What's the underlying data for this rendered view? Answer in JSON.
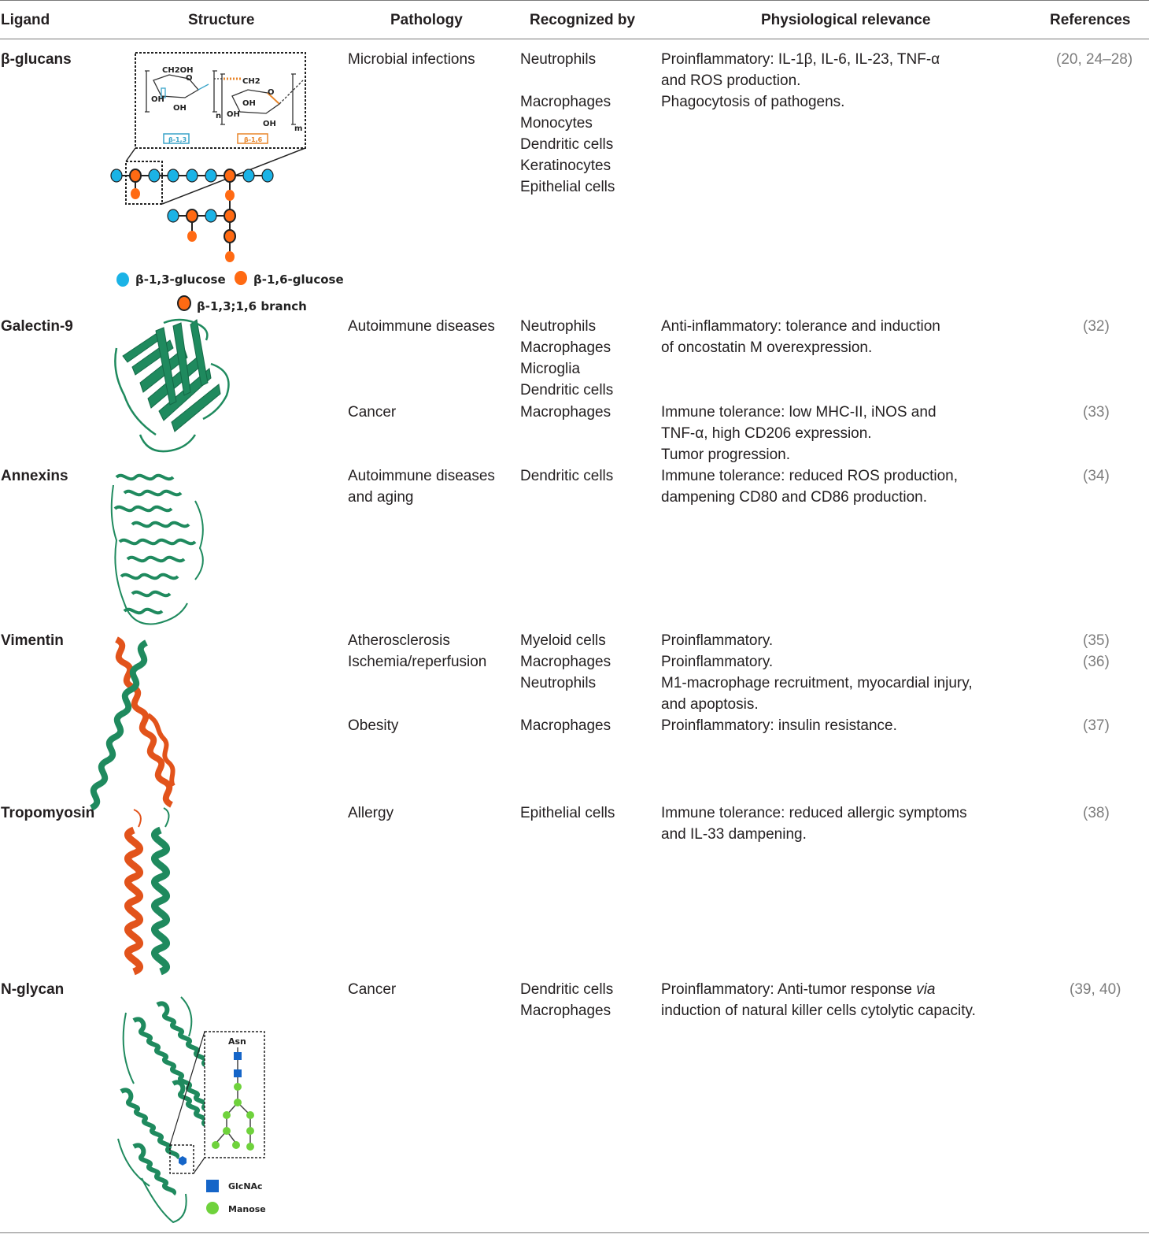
{
  "headers": {
    "ligand": "Ligand",
    "structure": "Structure",
    "pathology": "Pathology",
    "recognized_by": "Recognized by",
    "physiological_relevance": "Physiological relevance",
    "references": "References"
  },
  "rows": {
    "bglucans": {
      "ligand": "β-glucans",
      "pathology": "Microbial infections",
      "recognized": [
        "Neutrophils",
        "Macrophages",
        "Monocytes",
        "Dendritic cells",
        "Keratinocytes",
        "Epithelial cells"
      ],
      "relevance": [
        "Proinflammatory: IL-1β, IL-6, IL-23, TNF-α",
        "and ROS production.",
        "Phagocytosis of pathogens."
      ],
      "references": "(20, 24–28)",
      "structure": {
        "legend_b13": "β-1,3-glucose",
        "legend_b16": "β-1,6-glucose",
        "legend_branch": "β-1,3;1,6 branch",
        "box_b13": "β-1,3",
        "box_b16": "β-1,6",
        "ch2oh": "CH2OH",
        "ch2": "CH2",
        "oh": "OH",
        "o": "O",
        "n": "n",
        "m": "m"
      }
    },
    "galectin9": {
      "ligand": "Galectin-9",
      "pathology_1": "Autoimmune diseases",
      "recognized_1": [
        "Neutrophils",
        "Macrophages",
        "Microglia",
        "Dendritic cells"
      ],
      "relevance_1": [
        "Anti-inflammatory: tolerance and induction",
        "of oncostatin M overexpression."
      ],
      "references_1": "(32)",
      "pathology_2": "Cancer",
      "recognized_2": [
        "Macrophages"
      ],
      "relevance_2": [
        "Immune tolerance: low MHC-II, iNOS and",
        "TNF-α, high CD206 expression.",
        "Tumor progression."
      ],
      "references_2": "(33)"
    },
    "annexins": {
      "ligand": "Annexins",
      "pathology": [
        "Autoimmune diseases",
        "and aging"
      ],
      "recognized": [
        "Dendritic cells"
      ],
      "relevance": [
        "Immune tolerance: reduced ROS production,",
        "dampening CD80 and CD86 production."
      ],
      "references": "(34)"
    },
    "vimentin": {
      "ligand": "Vimentin",
      "pathology_1": "Atherosclerosis",
      "recognized_1": "Myeloid cells",
      "relevance_1": "Proinflammatory.",
      "references_1": "(35)",
      "pathology_2": "Ischemia/reperfusion",
      "recognized_2": [
        "Macrophages",
        "Neutrophils"
      ],
      "relevance_2": [
        "Proinflammatory.",
        "M1-macrophage recruitment, myocardial injury,",
        "and apoptosis."
      ],
      "references_2": "(36)",
      "pathology_3": "Obesity",
      "recognized_3": "Macrophages",
      "relevance_3": "Proinflammatory: insulin resistance.",
      "references_3": "(37)"
    },
    "tropomyosin": {
      "ligand": "Tropomyosin",
      "pathology": "Allergy",
      "recognized": "Epithelial cells",
      "relevance": [
        "Immune tolerance: reduced allergic symptoms",
        "and IL-33 dampening."
      ],
      "references": "(38)"
    },
    "nglycan": {
      "ligand": "N-glycan",
      "pathology": "Cancer",
      "recognized": [
        "Dendritic cells",
        "Macrophages"
      ],
      "relevance_1_prefix": "Proinflammatory: Anti-tumor response ",
      "relevance_1_italic": "via",
      "relevance_2": "induction of natural killer cells cytolytic capacity.",
      "references": "(39, 40)",
      "structure": {
        "asn": "Asn",
        "legend_glcnac": "GlcNAc",
        "legend_mannose": "Manose"
      }
    }
  },
  "colors": {
    "protein_green": "#1f8a5e",
    "helix_orange": "#e2531b",
    "glucose_blue": "#1bb3e6",
    "glucose_orange": "#ff6a13",
    "glcnac_blue": "#1565c8",
    "mannose_green": "#6fd23c"
  }
}
